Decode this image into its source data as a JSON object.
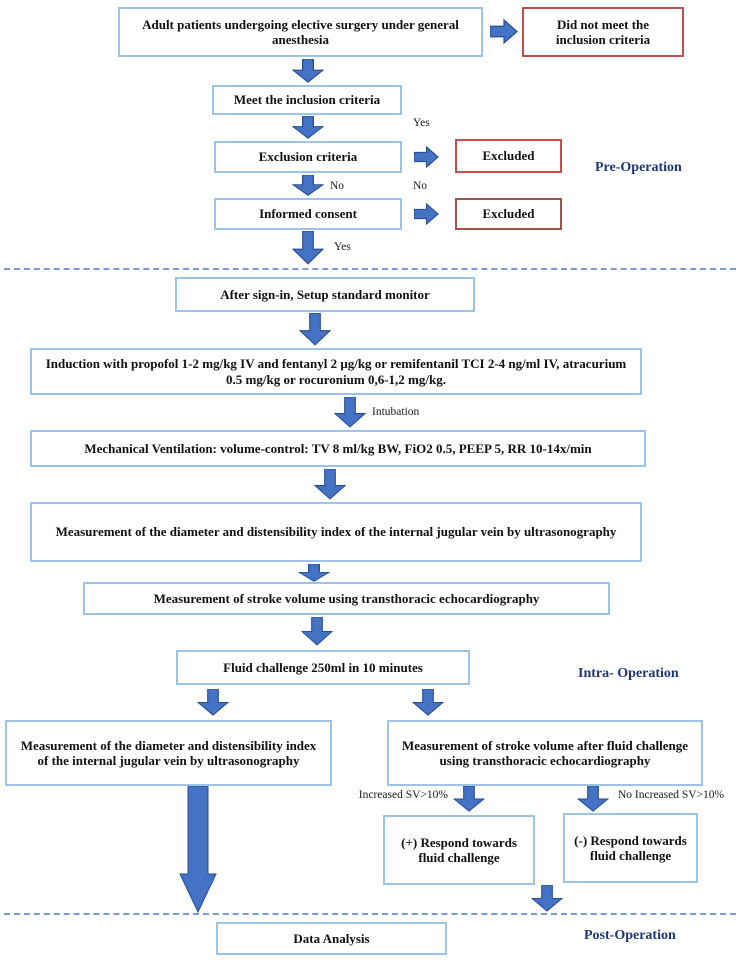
{
  "diagram": {
    "type": "flowchart",
    "description": "Study flow diagram for adult patients undergoing elective surgery under general anesthesia, divided into Pre-Operation, Intra-Operation and Post-Operation phases"
  },
  "nodes": {
    "adult": "Adult patients undergoing elective surgery under general anesthesia",
    "did_not_meet": "Did not meet the inclusion criteria",
    "meet": "Meet the inclusion criteria",
    "exclusion": "Exclusion criteria",
    "excluded_1": "Excluded",
    "informed": "Informed consent",
    "excluded_2": "Excluded",
    "signin": "After sign-in, Setup standard monitor",
    "induction": "Induction with propofol 1-2 mg/kg IV and fentanyl 2 μg/kg or remifentanil TCI 2-4 ng/ml IV, atracurium 0.5 mg/kg or rocuronium 0,6-1,2 mg/kg.",
    "mech_vent": "Mechanical Ventilation: volume-control: TV 8 ml/kg BW, FiO2 0.5, PEEP 5, RR 10-14x/min",
    "ijv_baseline": "Measurement of the diameter and distensibility index of the internal jugular vein by ultrasonography",
    "sv_baseline": "Measurement of stroke volume using transthoracic echocardiography",
    "fluid_challenge": "Fluid challenge 250ml in 10 minutes",
    "ijv_post": "Measurement of the diameter and distensibility index of the internal jugular vein by ultrasonography",
    "sv_post": "Measurement of stroke volume after fluid challenge using transthoracic echocardiography",
    "respond_pos": "(+) Respond towards fluid challenge",
    "respond_neg": "(-) Respond towards fluid challenge",
    "data_analysis": "Data Analysis"
  },
  "edge_labels": {
    "yes_exclusion": "Yes",
    "no_exclusion": "No",
    "no_informed": "No",
    "yes_informed": "Yes",
    "intubation": "Intubation",
    "increased_sv": "Increased SV>10%",
    "no_increased_sv": "No Increased SV>10%"
  },
  "sections": {
    "pre": "Pre-Operation",
    "intra": "Intra- Operation",
    "post": "Post-Operation"
  },
  "colors": {
    "box_border_blue": "#9dc3e6",
    "box_border_red": "#c0504d",
    "box_border_red_dark": "#a0524c",
    "arrow_fill": "#4472c4",
    "arrow_stroke": "#2a4d8f",
    "section_label": "#1f3575",
    "dashed_line": "#7b9ad4",
    "text": "#111111"
  }
}
